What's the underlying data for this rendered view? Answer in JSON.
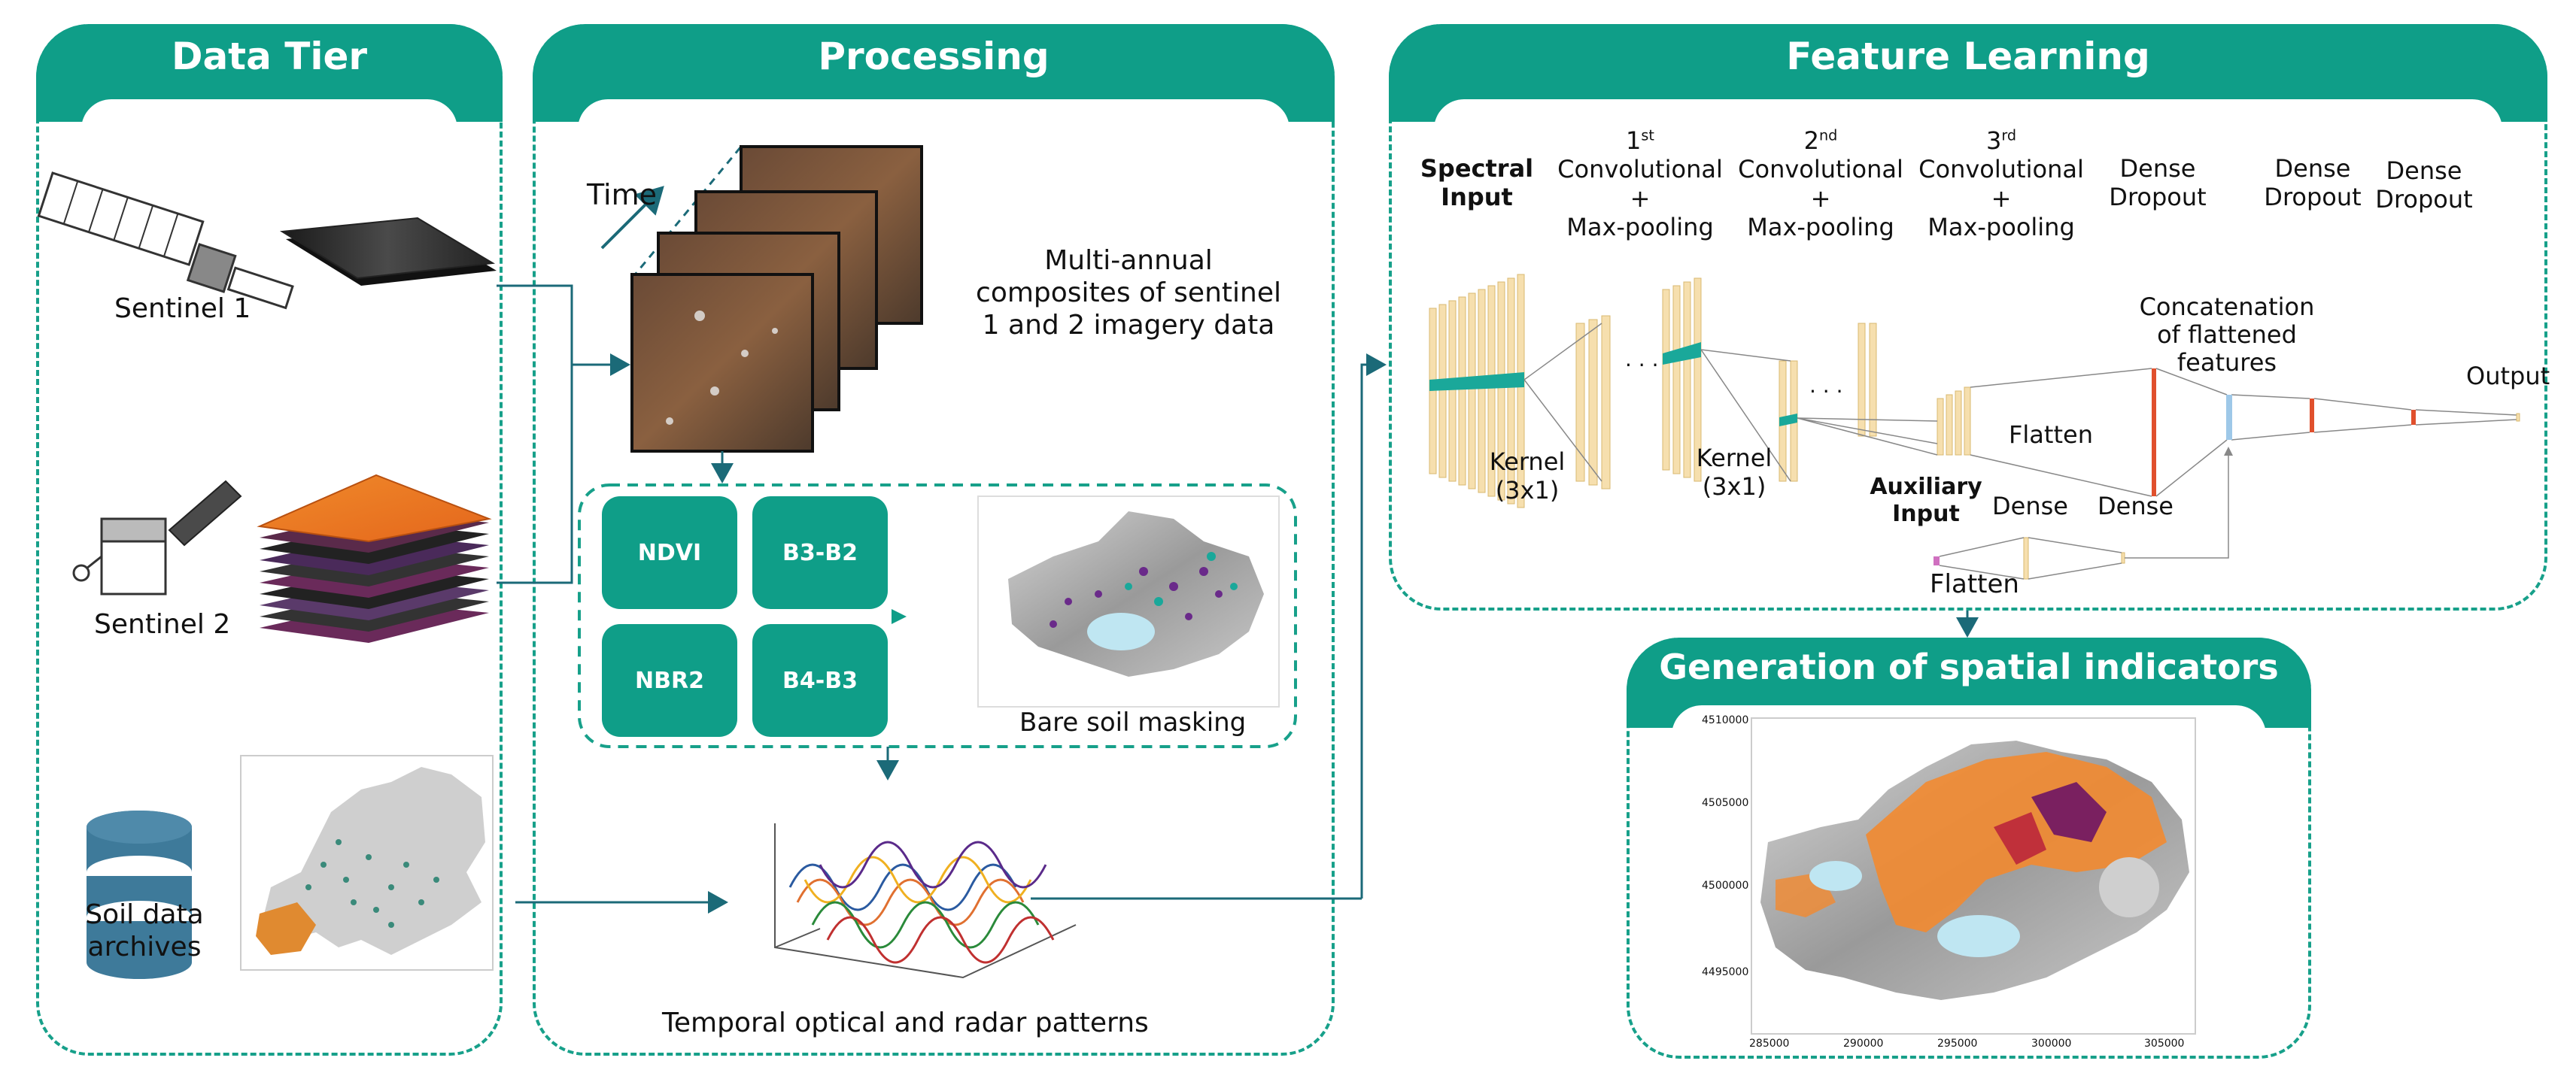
{
  "panels": {
    "data_tier": "Data Tier",
    "processing": "Processing",
    "feature_learning": "Feature Learning",
    "spatial": "Generation of spatial indicators"
  },
  "data_tier": {
    "sentinel1": "Sentinel 1",
    "sentinel2": "Sentinel 2",
    "soil_archives": [
      "Soil data",
      "archives"
    ]
  },
  "processing": {
    "time_label": "Time",
    "composites": [
      "Multi-annual",
      "composites of sentinel",
      "1 and 2 imagery data"
    ],
    "indices": [
      "NDVI",
      "B3-B2",
      "NBR2",
      "B4-B3"
    ],
    "bare_soil": "Bare soil masking",
    "temporal": "Temporal optical and radar patterns"
  },
  "feature_learning": {
    "spectral_input": [
      "Spectral",
      "Input"
    ],
    "conv": [
      {
        "ord": "1",
        "sup": "st",
        "l1": "Convolutional",
        "l2": "+",
        "l3": "Max-pooling"
      },
      {
        "ord": "2",
        "sup": "nd",
        "l1": "Convolutional",
        "l2": "+",
        "l3": "Max-pooling"
      },
      {
        "ord": "3",
        "sup": "rd",
        "l1": "Convolutional",
        "l2": "+",
        "l3": "Max-pooling"
      }
    ],
    "dense_dropout": [
      [
        "Dense",
        "Dropout"
      ],
      [
        "Dense",
        "Dropout"
      ],
      [
        "Dense",
        "Dropout"
      ]
    ],
    "kernel": [
      "Kernel",
      "(3x1)"
    ],
    "flatten": "Flatten",
    "concat": [
      "Concatenation",
      "of flattened",
      "features"
    ],
    "output": "Output",
    "auxiliary": [
      "Auxiliary",
      "Input"
    ],
    "dense": "Dense",
    "ellipsis": "· · ·"
  },
  "spatial_axis": {
    "y_ticks": [
      "4510000",
      "4505000",
      "4500000",
      "4495000"
    ],
    "x_ticks": [
      "285000",
      "290000",
      "295000",
      "300000",
      "305000"
    ]
  },
  "colors": {
    "teal": "#0f9e88",
    "dashed": "#17a08a",
    "arrow": "#1b6a78",
    "layer": "#f6dfae",
    "accent_red": "#e0502d"
  }
}
